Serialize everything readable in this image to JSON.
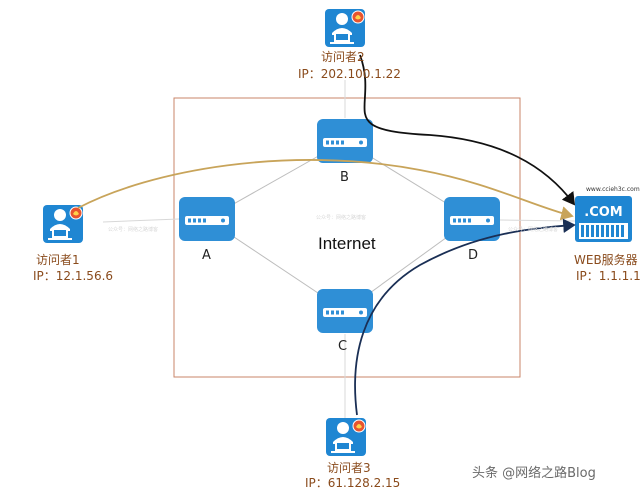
{
  "diagram": {
    "title": "Internet",
    "colors": {
      "border": "#c9866a",
      "router_fill": "#2f8fd6",
      "avatar_fill": "#1f86d2",
      "visitor_text": "#8a4b1c",
      "path_tan": "#c8a45a",
      "path_black": "#111111",
      "path_navy": "#1a2f55"
    },
    "routers": [
      {
        "id": "A",
        "label": "A"
      },
      {
        "id": "B",
        "label": "B"
      },
      {
        "id": "C",
        "label": "C"
      },
      {
        "id": "D",
        "label": "D"
      }
    ],
    "visitors": [
      {
        "name": "访问者1",
        "ip": "IP：12.1.56.6",
        "icon": "user-computer-icon"
      },
      {
        "name": "访问者2",
        "ip": "IP：202.100.1.22",
        "icon": "user-computer-icon"
      },
      {
        "name": "访问者3",
        "ip": "IP：61.128.2.15",
        "icon": "user-computer-icon"
      }
    ],
    "server": {
      "name": "WEB服务器",
      "ip": "IP：1.1.1.1",
      "url": "www.ccieh3c.com",
      "badge": ".COM",
      "icon": "web-server-icon"
    },
    "watermarks": [
      "公众号：网络之路博客",
      "公众号：网络之路博客",
      "公众号：网络之路博客"
    ],
    "footer": "头条 @网络之路Blog"
  }
}
